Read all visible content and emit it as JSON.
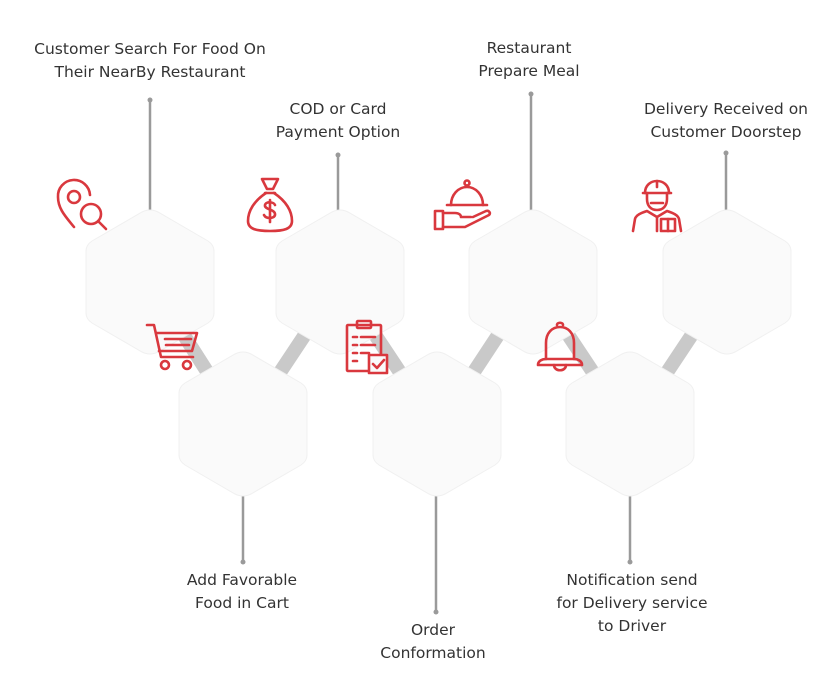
{
  "accent_color": "#d9383e",
  "connector_color": "#c7c7c7",
  "hexagon_fill": "#fafafa",
  "steps": [
    {
      "id": "search",
      "lines": [
        "Customer Search For Food On",
        "Their NearBy Restaurant"
      ],
      "icon": "location-search-icon"
    },
    {
      "id": "cart",
      "lines": [
        "Add Favorable",
        "Food in Cart"
      ],
      "icon": "shopping-cart-icon"
    },
    {
      "id": "payment",
      "lines": [
        "COD or Card",
        "Payment Option"
      ],
      "icon": "money-bag-icon"
    },
    {
      "id": "order",
      "lines": [
        "Order",
        "Conformation"
      ],
      "icon": "clipboard-check-icon"
    },
    {
      "id": "prepare",
      "lines": [
        "Restaurant",
        "Prepare Meal"
      ],
      "icon": "serving-cloche-icon"
    },
    {
      "id": "notify",
      "lines": [
        "Notification send",
        "for Delivery service",
        "to Driver"
      ],
      "icon": "bell-icon"
    },
    {
      "id": "delivery",
      "lines": [
        "Delivery Received on",
        "Customer Doorstep"
      ],
      "icon": "delivery-person-icon"
    }
  ]
}
